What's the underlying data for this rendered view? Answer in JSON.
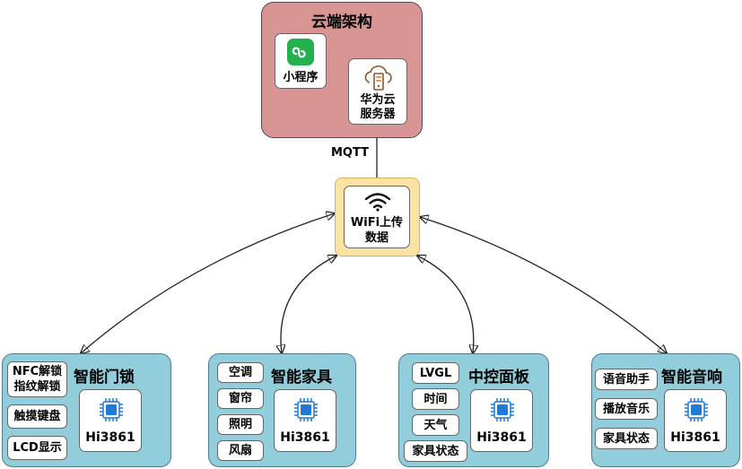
{
  "cloud": {
    "title": "云端架构",
    "miniapp_label": "小程序",
    "server_label_1": "华为云",
    "server_label_2": "服务器"
  },
  "link_label": "MQTT",
  "wifi": {
    "line1": "WiFi上传",
    "line2": "数据"
  },
  "devices": [
    {
      "title": "智能门锁",
      "chip": "Hi3861",
      "features": [
        "NFC解锁\n指纹解锁",
        "触摸键盘",
        "LCD显示"
      ]
    },
    {
      "title": "智能家具",
      "chip": "Hi3861",
      "features": [
        "空调",
        "窗帘",
        "照明",
        "风扇"
      ]
    },
    {
      "title": "中控面板",
      "chip": "Hi3861",
      "features": [
        "LVGL",
        "时间",
        "天气",
        "家具状态"
      ]
    },
    {
      "title": "智能音响",
      "chip": "Hi3861",
      "features": [
        "语音助手",
        "播放音乐",
        "家具状态"
      ]
    }
  ],
  "colors": {
    "cloud_fill": "#d99594",
    "wifi_fill": "#fbe3a3",
    "device_fill": "#92cddc",
    "chip_blue": "#1f7ad6",
    "miniapp_green": "#22b14c"
  },
  "icons": [
    "miniprogram-icon",
    "cloud-server-icon",
    "wifi-icon",
    "chip-icon"
  ]
}
